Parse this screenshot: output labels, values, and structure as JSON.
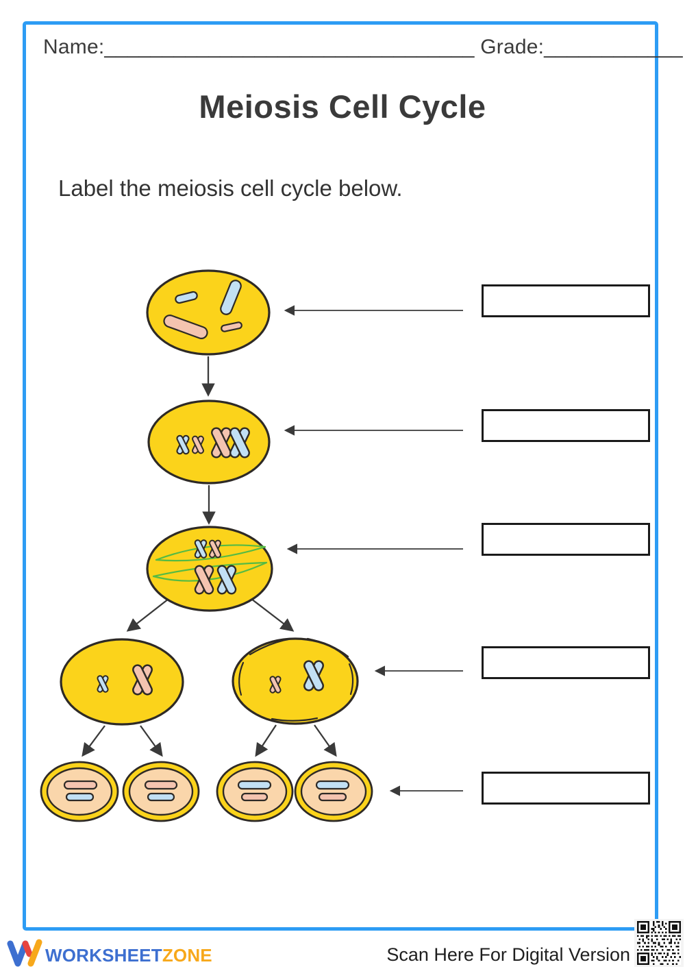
{
  "header": {
    "name_label": "Name:",
    "name_line": "________________________________",
    "grade_label": "Grade:",
    "grade_line": "____________"
  },
  "title": "Meiosis Cell Cycle",
  "instruction": "Label the meiosis cell cycle below.",
  "diagram": {
    "stage_count": 5,
    "cells": [
      {
        "name": "parent-cell",
        "contents": "2 blue and 2 pink thread chromosomes in yellow cell"
      },
      {
        "name": "condensed-chromosomes-cell",
        "contents": "small blue X, small pink X, large pink X, large blue X"
      },
      {
        "name": "aligned-chromosomes-cell",
        "contents": "chromosome pairs aligned at center with green spindle fibers"
      },
      {
        "name": "dividing-daughter-cells",
        "count": 2,
        "contents": "one small and one large X chromosome each"
      },
      {
        "name": "gamete-cells",
        "count": 4,
        "contents": "two rod chromosomes each, peach cytoplasm with yellow ring"
      }
    ]
  },
  "answer_boxes": [
    {
      "value": ""
    },
    {
      "value": ""
    },
    {
      "value": ""
    },
    {
      "value": ""
    },
    {
      "value": ""
    }
  ],
  "footer": {
    "brand_first": "WORKSHEET",
    "brand_second": "ZONE",
    "scan_text": "Scan Here For Digital Version"
  },
  "colors": {
    "page_border": "#2D9CF4",
    "cell_yellow": "#FBD31B",
    "chromosome_pink": "#F4C4B0",
    "chromosome_blue": "#C2E0F4",
    "gamete_peach": "#FAD6AB",
    "spindle_green": "#55BB44",
    "outline": "#2E2A26",
    "arrow": "#3A3A3A",
    "box_border": "#1A1A1A",
    "text": "#3B3B3B",
    "brand_blue": "#3D6FD0",
    "brand_orange": "#F7A81B",
    "brand_red": "#E8433F"
  }
}
